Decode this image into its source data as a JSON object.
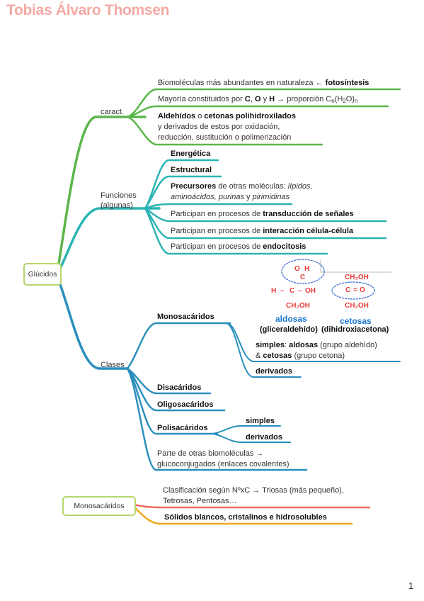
{
  "header": {
    "author": "Tobias Álvaro Thomsen"
  },
  "root": {
    "label": "Glúcidos"
  },
  "caract": {
    "label": "caract.",
    "item1_text": "Biomoléculas más abundantes en naturaleza ←",
    "item1_bold": "fotosíntesis",
    "item2_a": "Mayoría constituidos por",
    "item2_c": "C",
    "item2_o": "O",
    "item2_y": "y",
    "item2_h": "H",
    "item2_b": "→ proporción C",
    "item2_n1": "n",
    "item2_mid": "(H",
    "item2_2": "2",
    "item2_o2": "O)",
    "item2_n2": "n",
    "item3_bold1": "Aldehídos",
    "item3_o": "o",
    "item3_bold2": "cetonas polihidroxilados",
    "item3_line2": "y derivados de estos por oxidación,",
    "item3_line3": "reducción, sustitución o polimerización"
  },
  "funciones": {
    "label1": "Funciones",
    "label2": "(algunas)",
    "energetica": "Energética",
    "estructural": "Estructural",
    "precursores_bold": "Precursores",
    "precursores_text": "de otras moléculas:",
    "precursores_it1": "lípidos,",
    "precursores_it2": "aminoácidos, purinas",
    "precursores_y": "y",
    "precursores_it3": "pirimidinas",
    "trans_text": "Participan en procesos de",
    "trans_bold": "transducción de señales",
    "inter_text": "Participan en procesos de",
    "inter_bold": "interacción célula-célula",
    "endo_text": "Participan en procesos de",
    "endo_bold": "endocitosis"
  },
  "chem": {
    "aldosa": {
      "o": "O",
      "c": "C",
      "h_top": "H",
      "h": "H",
      "dash1": "–",
      "c2": "C",
      "dash2": "–",
      "oh": "OH",
      "ch2oh": "CH₂OH"
    },
    "cetosa": {
      "ch2oh_top": "CH₂OH",
      "c": "C",
      "eq": "=",
      "o": "O",
      "ch2oh_bot": "CH₂OH"
    },
    "aldosas": "aldosas",
    "cetosas": "cetosas",
    "gliceraldehido": "(gliceraldehído)",
    "dihidroxiacetona": "(dihidroxiacetona)"
  },
  "clases": {
    "label": "Clases",
    "monosacaridos": "Monosacáridos",
    "simples_bold": "simples",
    "simples_colon": ":",
    "aldosas_bold": "aldosas",
    "aldosas_text": "(grupo aldehído)",
    "amp": "&",
    "cetosas_bold": "cetosas",
    "cetosas_text": "(grupo cetona)",
    "derivados": "derivados",
    "disacaridos": "Disacáridos",
    "oligosacaridos": "Oligosacáridos",
    "polisacaridos": "Polisacáridos",
    "poli_simples": "simples",
    "poli_derivados": "derivados",
    "parte_line1": "Parte de otras biomoléculas →",
    "parte_line2": "glucoconjugados (enlaces covalentes)"
  },
  "mono": {
    "label": "Monosacáridos",
    "clasif_line1": "Clasificación según NºxC → Triosas (más pequeño),",
    "clasif_line2": "Tetrosas, Pentosas…",
    "solidos": "Sólidos blancos, cristalinos e hidrosolubles"
  },
  "footer": {
    "page": "1"
  },
  "colors": {
    "green": "#5bb64a",
    "teal": "#2bb4b3",
    "blue": "#2a8fbd",
    "red": "#ef6b5f",
    "orange": "#f2a81e",
    "box_border": "#b5d56a"
  }
}
